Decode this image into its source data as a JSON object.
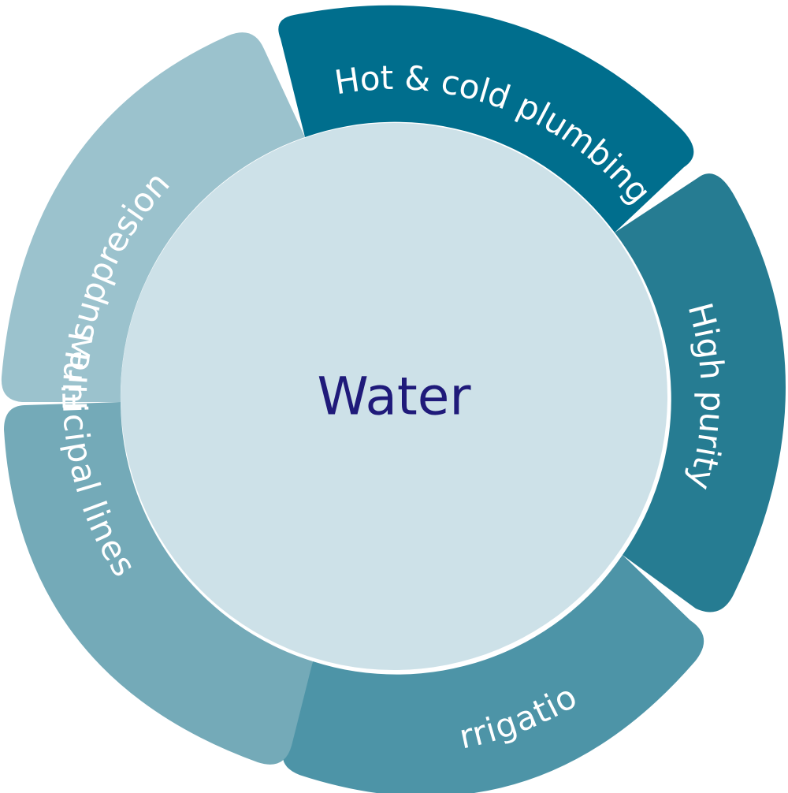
{
  "diagram": {
    "center": {
      "label": "Water",
      "fill": "#cde1e8",
      "text_color": "#1f1a7a"
    },
    "segments": [
      {
        "id": "hot-cold-plumbing",
        "label": "Hot & cold plumbing",
        "color": "#006e8d"
      },
      {
        "id": "high-purity",
        "label": "High purity",
        "color": "#267c92"
      },
      {
        "id": "irrigation",
        "label": "Irrigation",
        "color": "#4d94a7"
      },
      {
        "id": "municipal-lines",
        "label": "Municipal lines",
        "color": "#74aab8"
      },
      {
        "id": "fire-suppresion",
        "label": "Fire suppresion",
        "color": "#9bc2cd"
      }
    ]
  }
}
